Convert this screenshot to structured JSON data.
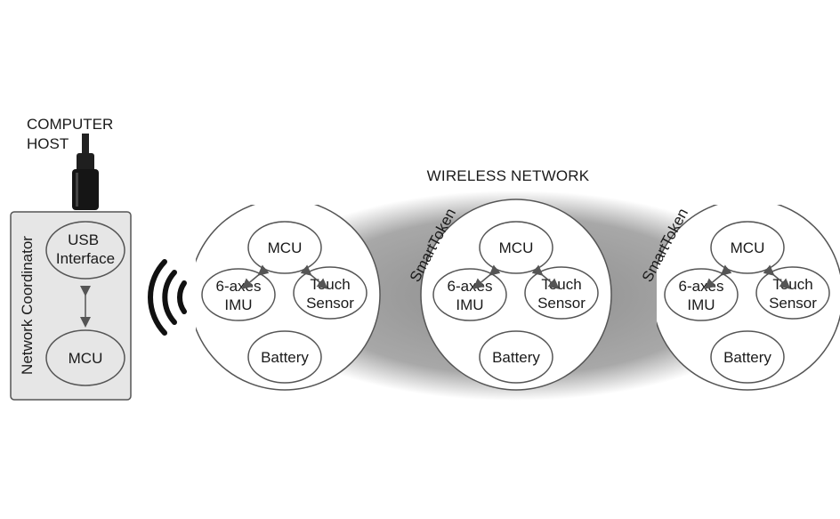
{
  "computer_host": [
    "COMPUTER",
    "HOST"
  ],
  "network_label": "WIRELESS NETWORK",
  "coordinator": {
    "label": "Network Coordinator",
    "usb_interface": [
      "USB",
      "Interface"
    ],
    "mcu": "MCU"
  },
  "smarttoken": {
    "label": "SmartToken",
    "mcu": "MCU",
    "imu": [
      "6-axes",
      "IMU"
    ],
    "touch": [
      "Touch",
      "Sensor"
    ],
    "battery": "Battery"
  },
  "colors": {
    "network_shadow": "#9a9a9a",
    "coordinator_fill": "#e6e6e6",
    "outline": "#555555"
  }
}
